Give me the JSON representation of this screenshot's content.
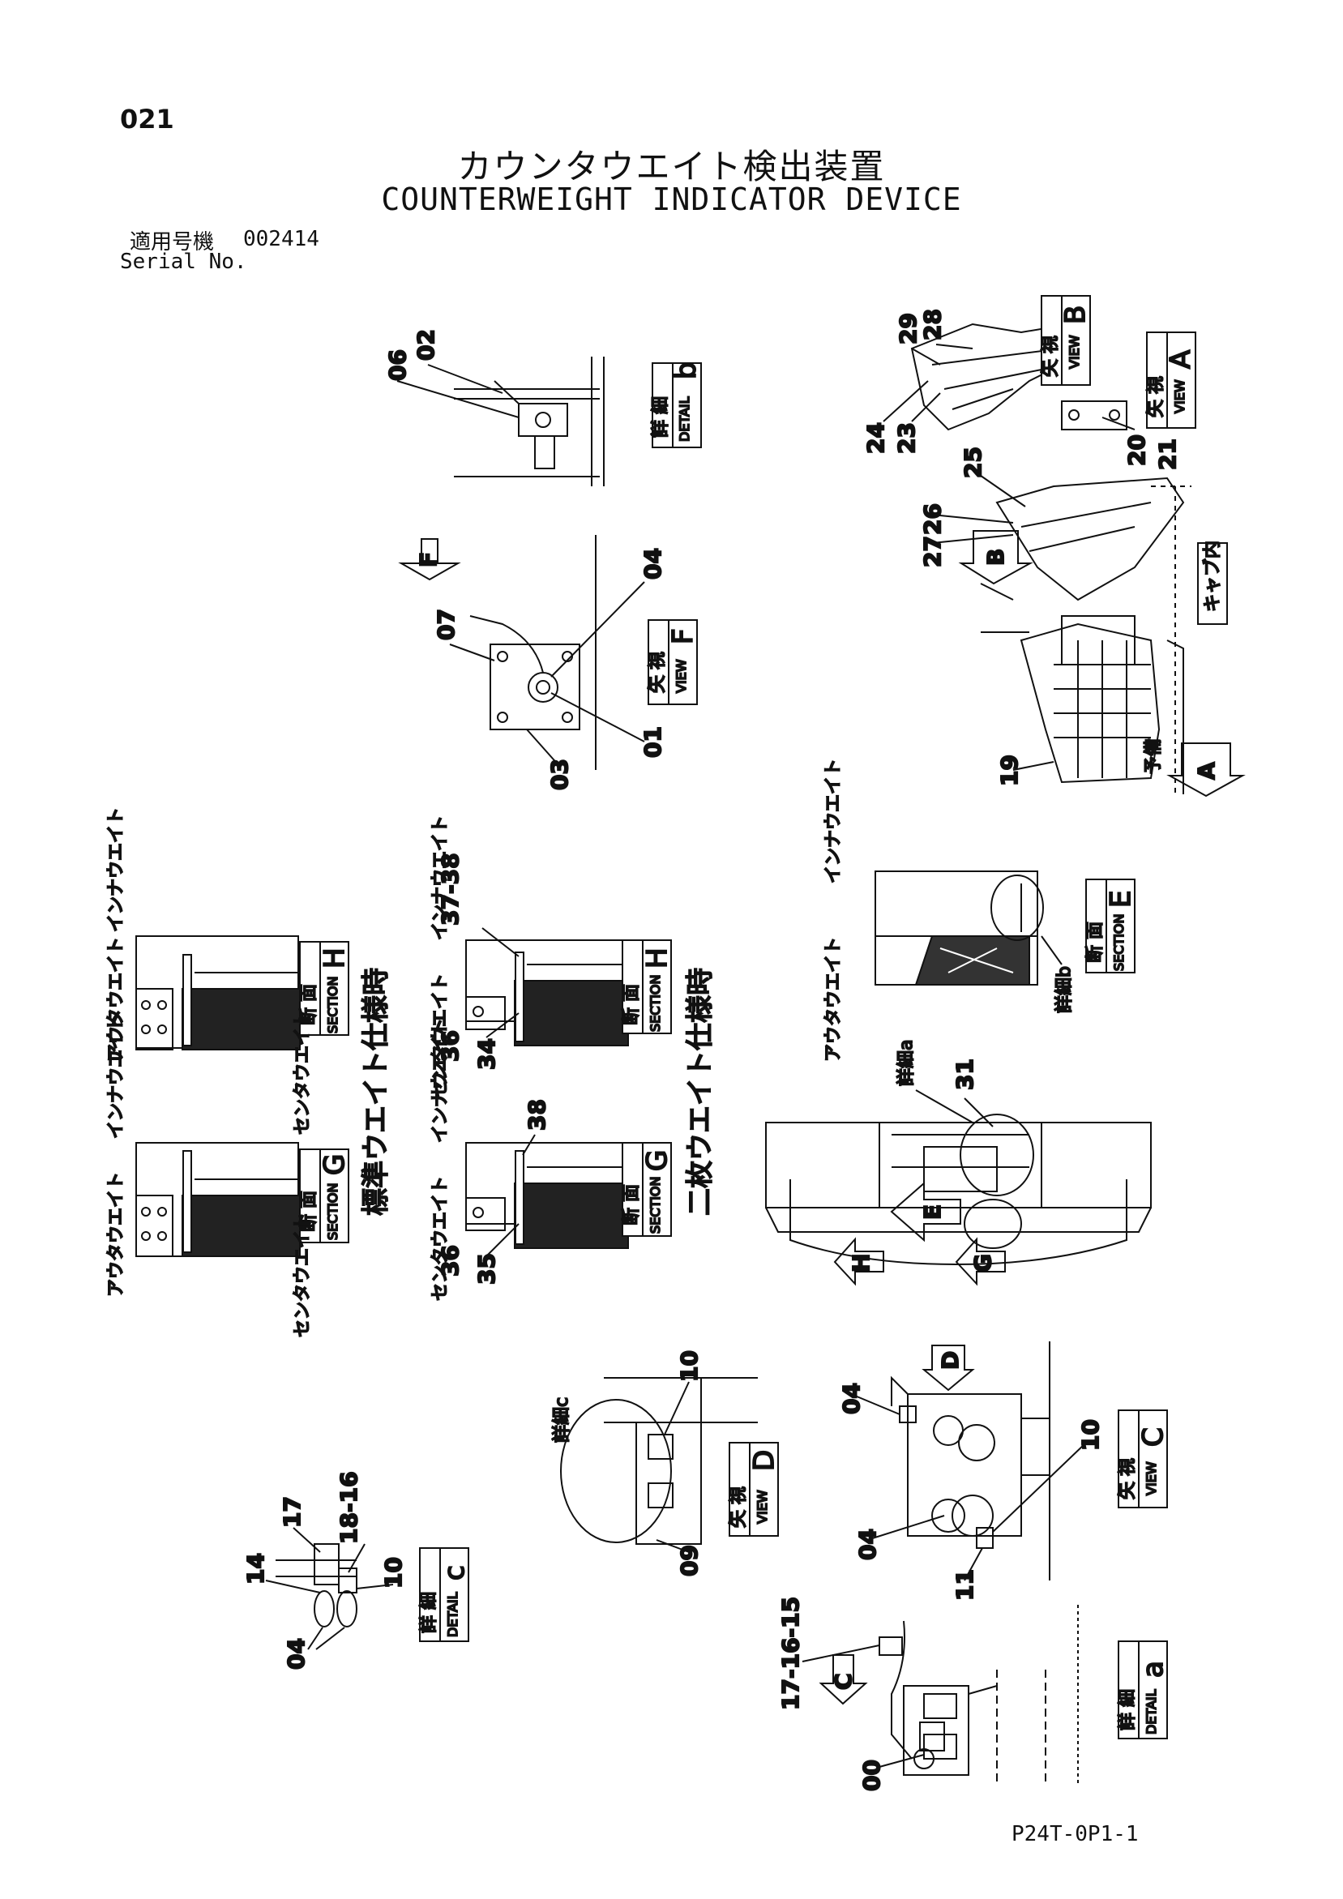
{
  "page_number": "021",
  "title_jp": "カウンタウエイト検出装置",
  "title_en": "COUNTERWEIGHT INDICATOR DEVICE",
  "serial": {
    "label_jp": "適用号機",
    "value": "002414",
    "label_en": "Serial No."
  },
  "document_code": "P24T-0P1-1",
  "views": {
    "detail_b": {
      "jp": "詳 細",
      "en": "DETAIL",
      "letter": "b"
    },
    "view_f": {
      "jp": "矢 視",
      "en": "VIEW",
      "letter": "F"
    },
    "view_b": {
      "jp": "矢 視",
      "en": "VIEW",
      "letter": "B"
    },
    "view_a": {
      "jp": "矢 視",
      "en": "VIEW",
      "letter": "A"
    },
    "section_h1": {
      "jp": "断 面",
      "en": "SECTION",
      "letter": "H"
    },
    "section_g1": {
      "jp": "断 面",
      "en": "SECTION",
      "letter": "G"
    },
    "section_h2": {
      "jp": "断 面",
      "en": "SECTION",
      "letter": "H"
    },
    "section_g2": {
      "jp": "断 面",
      "en": "SECTION",
      "letter": "G"
    },
    "section_e": {
      "jp": "断 面",
      "en": "SECTION",
      "letter": "E"
    },
    "view_d": {
      "jp": "矢 視",
      "en": "VIEW",
      "letter": "D"
    },
    "view_c": {
      "jp": "矢 視",
      "en": "VIEW",
      "letter": "C"
    },
    "detail_c": {
      "jp": "詳 細",
      "en": "DETAIL",
      "letter": "c"
    },
    "detail_a": {
      "jp": "詳 細",
      "en": "DETAIL",
      "letter": "a"
    }
  },
  "spec_titles": {
    "standard": "標準ウエイト仕様時",
    "double": "二枚ウエイト仕様時"
  },
  "weight_labels": {
    "outer": "アウタウエイト",
    "inner": "インナウエイト",
    "center": "センタウエイト"
  },
  "misc_labels": {
    "in_cab": "キャブ内",
    "spare": "予備",
    "detail_a_mark": "詳細a",
    "detail_b_mark": "詳細b",
    "detail_c_mark": "詳細c"
  },
  "arrow_letters": {
    "f": "F",
    "b": "B",
    "a": "A",
    "e": "E",
    "h": "H",
    "g": "G",
    "d": "D",
    "c": "C"
  },
  "part_numbers": {
    "p02": "02",
    "p06": "06",
    "p28": "28",
    "p29": "29",
    "p24": "24",
    "p23": "23",
    "p20": "20",
    "p21": "21",
    "p25": "25",
    "p26": "26",
    "p27": "27",
    "p19": "19",
    "p04a": "04",
    "p07": "07",
    "p01": "01",
    "p03": "03",
    "p37_38": "37-38",
    "p36a": "36",
    "p34": "34",
    "p38": "38",
    "p36b": "36",
    "p35": "35",
    "p31": "31",
    "p10a": "10",
    "p09": "09",
    "p04b": "04",
    "p10b": "10",
    "p04c": "04",
    "p11": "11",
    "p17a": "17",
    "p18_16": "18-16",
    "p14": "14",
    "p10c": "10",
    "p04d": "04",
    "p17_16_15": "17-16-15",
    "p00": "00"
  }
}
